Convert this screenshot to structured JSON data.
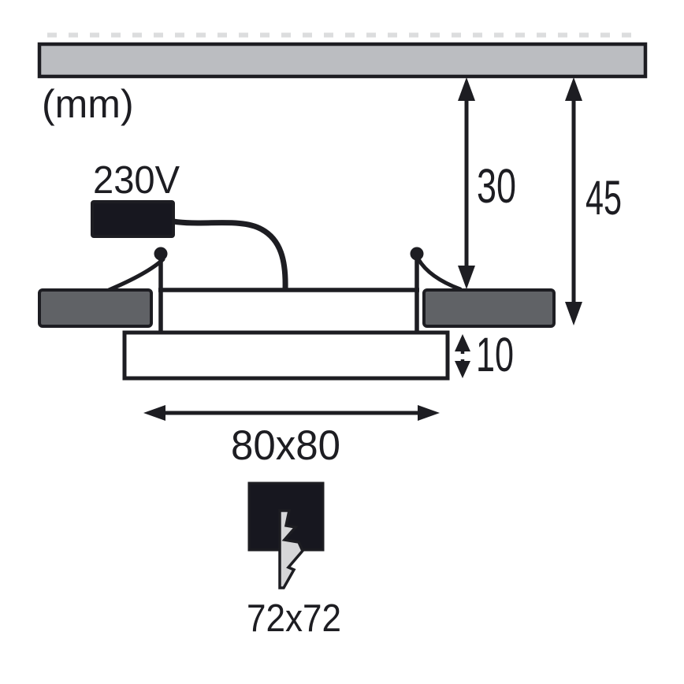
{
  "labels": {
    "units": "(mm)",
    "voltage": "230V",
    "recess_depth": "30",
    "total_depth": "45",
    "panel_thickness": "10",
    "outer_size": "80x80",
    "cutout_size": "72x72"
  },
  "colors": {
    "background": "#ffffff",
    "ink": "#1d1d22",
    "ceiling_fill": "#bbbdc1",
    "flange_fill": "#606266",
    "device_fill": "#17171f",
    "bolt_fill": "#d6d6d8",
    "hatch": "#d8d9da"
  }
}
